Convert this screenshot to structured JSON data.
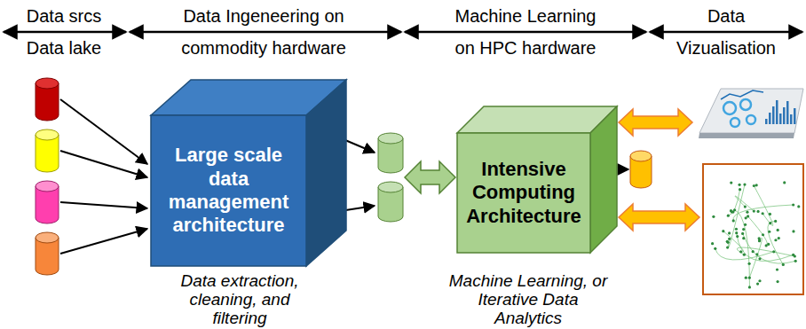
{
  "diagram": {
    "nodes": [
      {
        "text": [
          "Large scale data management architecture",
          "Data extraction, cleaning, and filtering"
        ]
      },
      {
        "text": [
          "Intensive Computing Architecture",
          "Machine Learning, or Iterative Data Analytics"
        ]
      }
    ],
    "labels": [
      "Data srcs Data lake",
      "Data Ingeneering on commodity hardware",
      "Machine Learning on HPC hardware",
      "Data Vizualisation"
    ]
  }
}
